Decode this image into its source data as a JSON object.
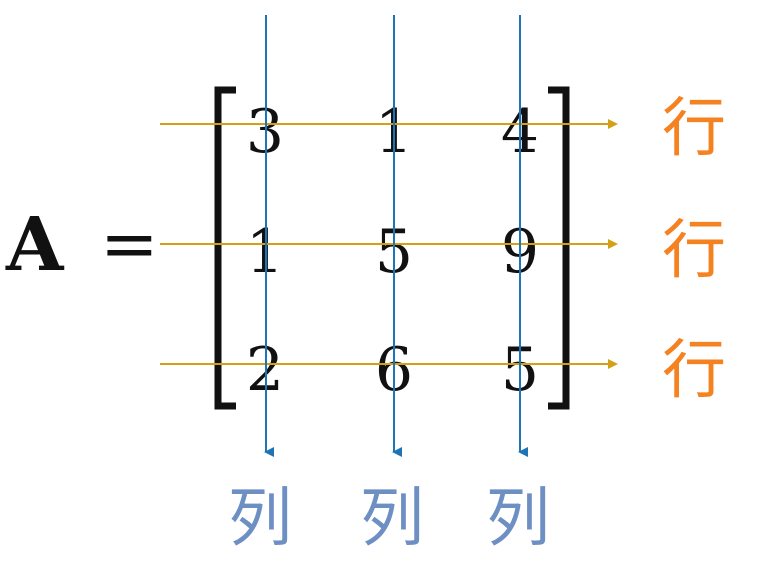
{
  "matrix": {
    "name": "A",
    "equals": "=",
    "rows": [
      [
        "3",
        "1",
        "4"
      ],
      [
        "1",
        "5",
        "9"
      ],
      [
        "2",
        "6",
        "5"
      ]
    ]
  },
  "row_labels": [
    "行",
    "行",
    "行"
  ],
  "column_labels": [
    "列",
    "列",
    "列"
  ],
  "colors": {
    "row_arrow": "#d4a017",
    "row_label": "#f58220",
    "column_arrow": "#1f74b5",
    "column_label": "#6e8fc3",
    "text": "#111111"
  }
}
